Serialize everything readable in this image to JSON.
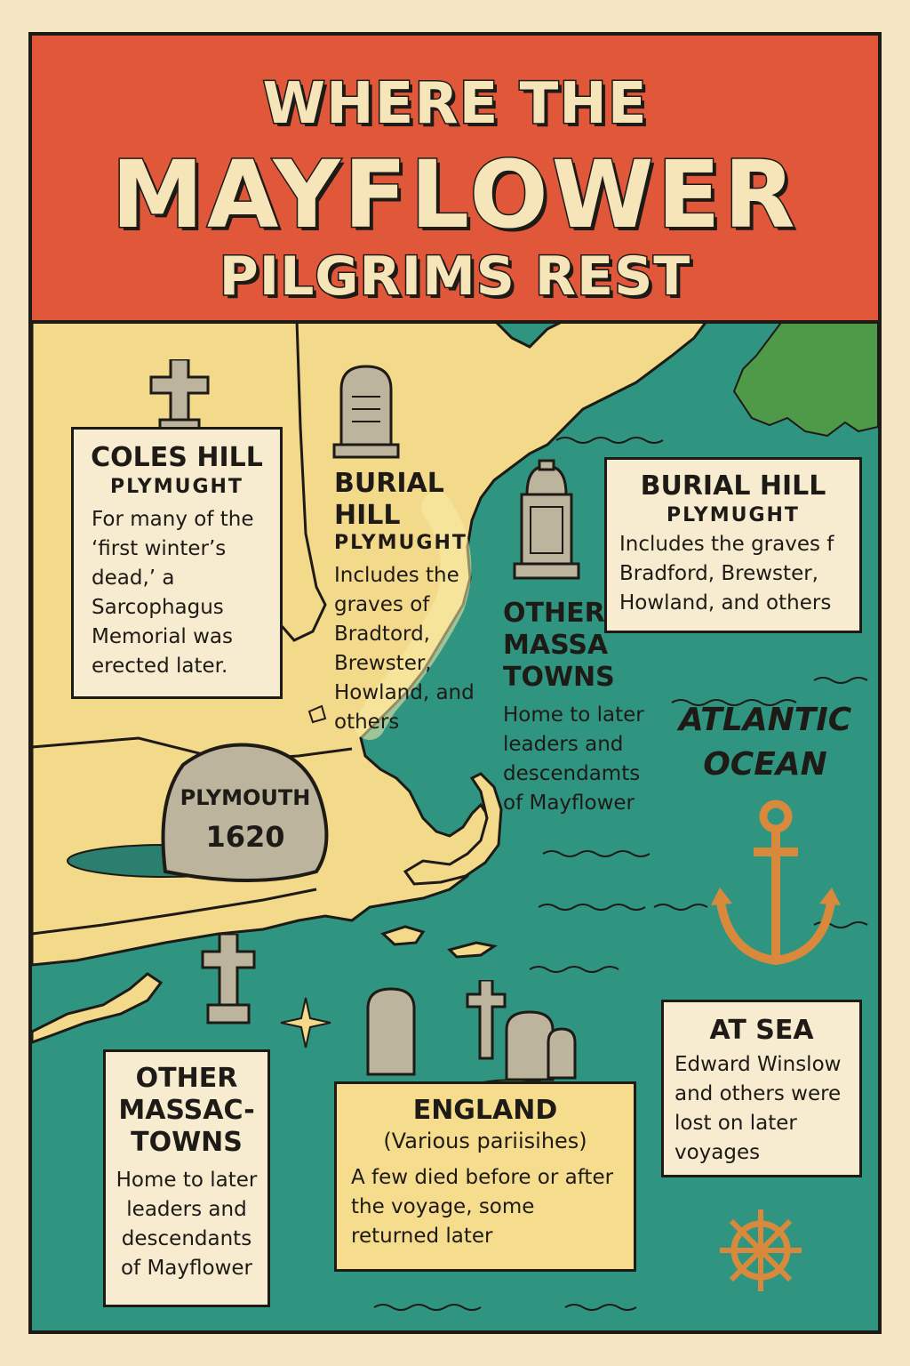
{
  "header": {
    "line1": "WHERE THE",
    "line2": "MAYFLOWER",
    "line3": "PILGRIMS REST"
  },
  "map": {
    "ocean_label": "ATLANTIC OCEAN",
    "rock": {
      "line1": "PLYMOUTH",
      "line2": "1620"
    }
  },
  "cards": {
    "coles_hill": {
      "title": "COLES HILL",
      "subtitle": "PLYMUGHT",
      "body": "For many of the ‘first winter’s dead,’ a Sarcophagus Memorial was erected later."
    },
    "burial_hill_left": {
      "title_l1": "BURIAL",
      "title_l2": "HILL",
      "subtitle": "PLYMUGHT",
      "body": "Includes the graves of Bradtord, Brewster, Howland, and others"
    },
    "other_massa": {
      "title_l1": "OTHER",
      "title_l2": "MASSA",
      "title_l3": "TOWNS",
      "body": "Home to later leaders and descendamts of Mayflower"
    },
    "burial_hill_right": {
      "title": "BURIAL HILL",
      "subtitle": "PLYMUGHT",
      "body": "Includes the graves f Bradford, Brewster, Howland, and others"
    },
    "other_massac": {
      "title_l1": "OTHER",
      "title_l2": "MASSAC-",
      "title_l3": "TOWNS",
      "body": "Home to later leaders and descendants of Mayflower"
    },
    "england": {
      "title": "ENGLAND",
      "subtitle": "(Various pariisihes)",
      "body": "A few died before or after the voyage, some returned later"
    },
    "at_sea": {
      "title": "AT SEA",
      "body": "Edward Winslow and others were lost on later voyages"
    }
  },
  "colors": {
    "banner": "#e0573a",
    "land": "#f3d98a",
    "ocean": "#2f9580",
    "card": "#f7ebd0",
    "ink": "#1e1a16",
    "stone": "#bcb49c",
    "anchor": "#d8893c",
    "forest": "#4e9a48"
  },
  "icons": [
    "cross-icon",
    "headstone-icon",
    "monument-icon",
    "anchor-icon",
    "ship-wheel-icon",
    "compass-star-icon",
    "plymouth-rock-icon"
  ]
}
